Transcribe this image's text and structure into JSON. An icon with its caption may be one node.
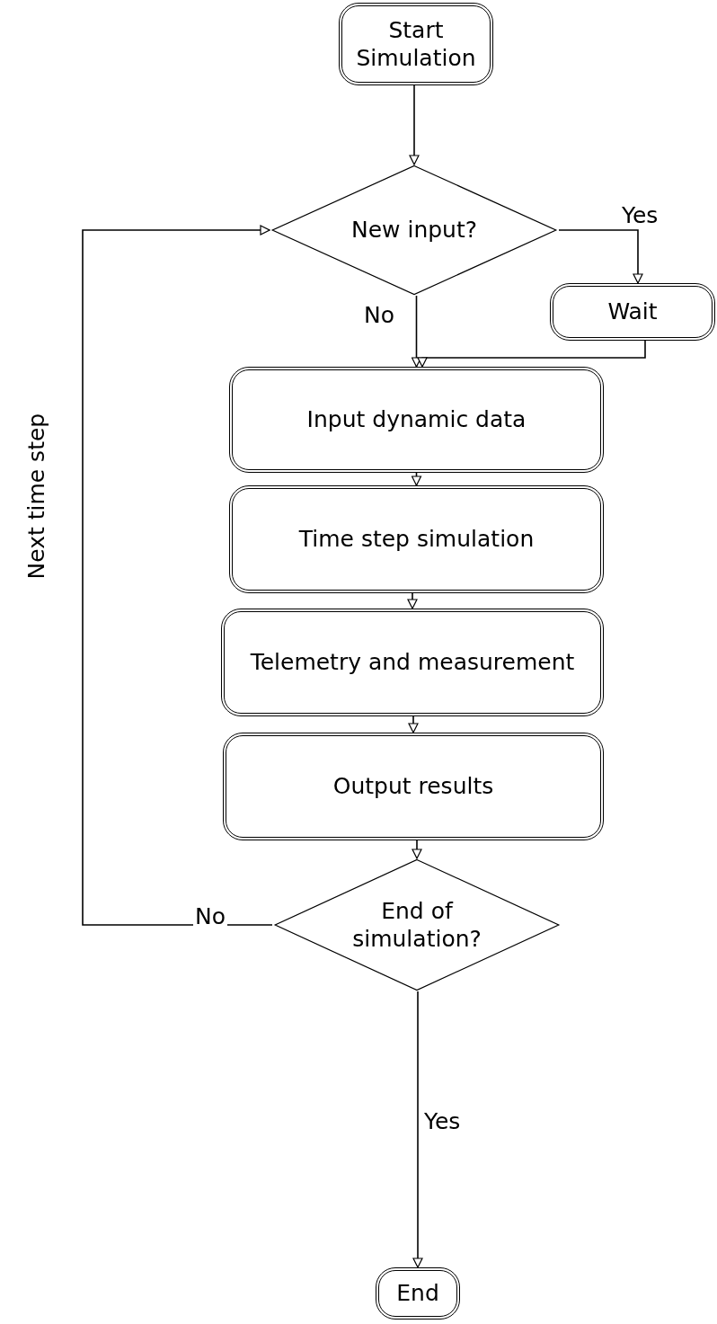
{
  "diagram": {
    "nodes": [
      {
        "text": [
          "Start Simulation"
        ]
      },
      {
        "text": [
          "New input?"
        ]
      },
      {
        "text": [
          "Wait"
        ]
      },
      {
        "text": [
          "Input dynamic data"
        ]
      },
      {
        "text": [
          "Time step simulation"
        ]
      },
      {
        "text": [
          "Telemetry and measurement"
        ]
      },
      {
        "text": [
          "Output results"
        ]
      },
      {
        "text": [
          "End of simulation?"
        ]
      },
      {
        "text": [
          "End"
        ]
      }
    ],
    "edges": [
      {
        "from": 0,
        "to": 1,
        "arrow": "to"
      },
      {
        "from": 1,
        "to": 2,
        "arrow": "to",
        "label": "Yes"
      },
      {
        "from": 1,
        "to": 3,
        "arrow": "to",
        "label": "No"
      },
      {
        "from": 2,
        "to": 3,
        "arrow": "to"
      },
      {
        "from": 3,
        "to": 4,
        "arrow": "to"
      },
      {
        "from": 4,
        "to": 5,
        "arrow": "to"
      },
      {
        "from": 5,
        "to": 6,
        "arrow": "to"
      },
      {
        "from": 6,
        "to": 7,
        "arrow": "to"
      },
      {
        "from": 7,
        "to": 8,
        "arrow": "to",
        "label": "Yes"
      },
      {
        "from": 7,
        "to": 1,
        "arrow": "to",
        "label": "No"
      }
    ],
    "labels": [
      "Next time step"
    ]
  }
}
